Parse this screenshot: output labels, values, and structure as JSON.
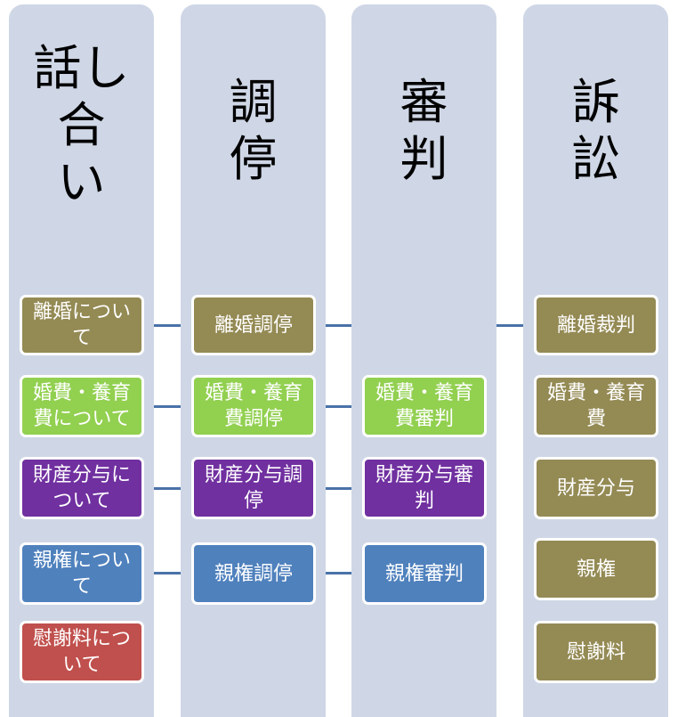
{
  "colors": {
    "column_bg": "#cfd7e6",
    "olive": "#948a54",
    "green": "#92d050",
    "purple": "#7030a0",
    "blue": "#4f81bd",
    "red": "#c0504d",
    "connector": "#4a72a8"
  },
  "columns": [
    {
      "title_lines": [
        "話し",
        "合",
        "い"
      ],
      "items": [
        "離婚について",
        "婚費・養育費について",
        "財産分与について",
        "親権について",
        "慰謝料について"
      ]
    },
    {
      "title_lines": [
        "調",
        "停"
      ],
      "items": [
        "離婚調停",
        "婚費・養育費調停",
        "財産分与調停",
        "親権調停"
      ]
    },
    {
      "title_lines": [
        "審",
        "判"
      ],
      "items": [
        "婚費・養育費審判",
        "財産分与審判",
        "親権審判"
      ]
    },
    {
      "title_lines": [
        "訴",
        "訟"
      ],
      "items": [
        "離婚裁判",
        "婚費・養育費",
        "財産分与",
        "親権",
        "慰謝料"
      ]
    }
  ]
}
